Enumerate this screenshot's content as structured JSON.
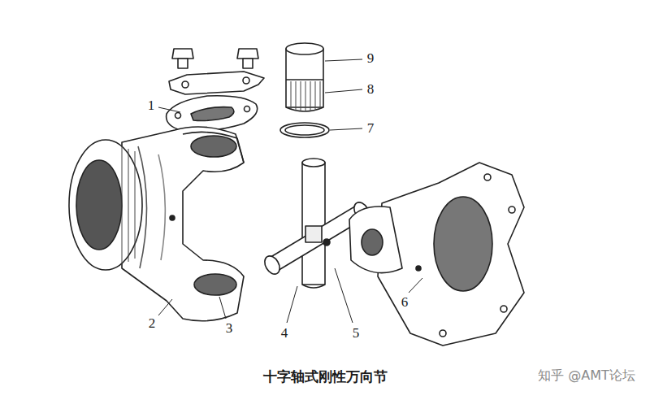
{
  "diagram": {
    "caption": "十字轴式刚性万向节",
    "labels": [
      "1",
      "2",
      "3",
      "4",
      "5",
      "6",
      "7",
      "8",
      "9",
      "知乎 @AMT论坛"
    ]
  }
}
